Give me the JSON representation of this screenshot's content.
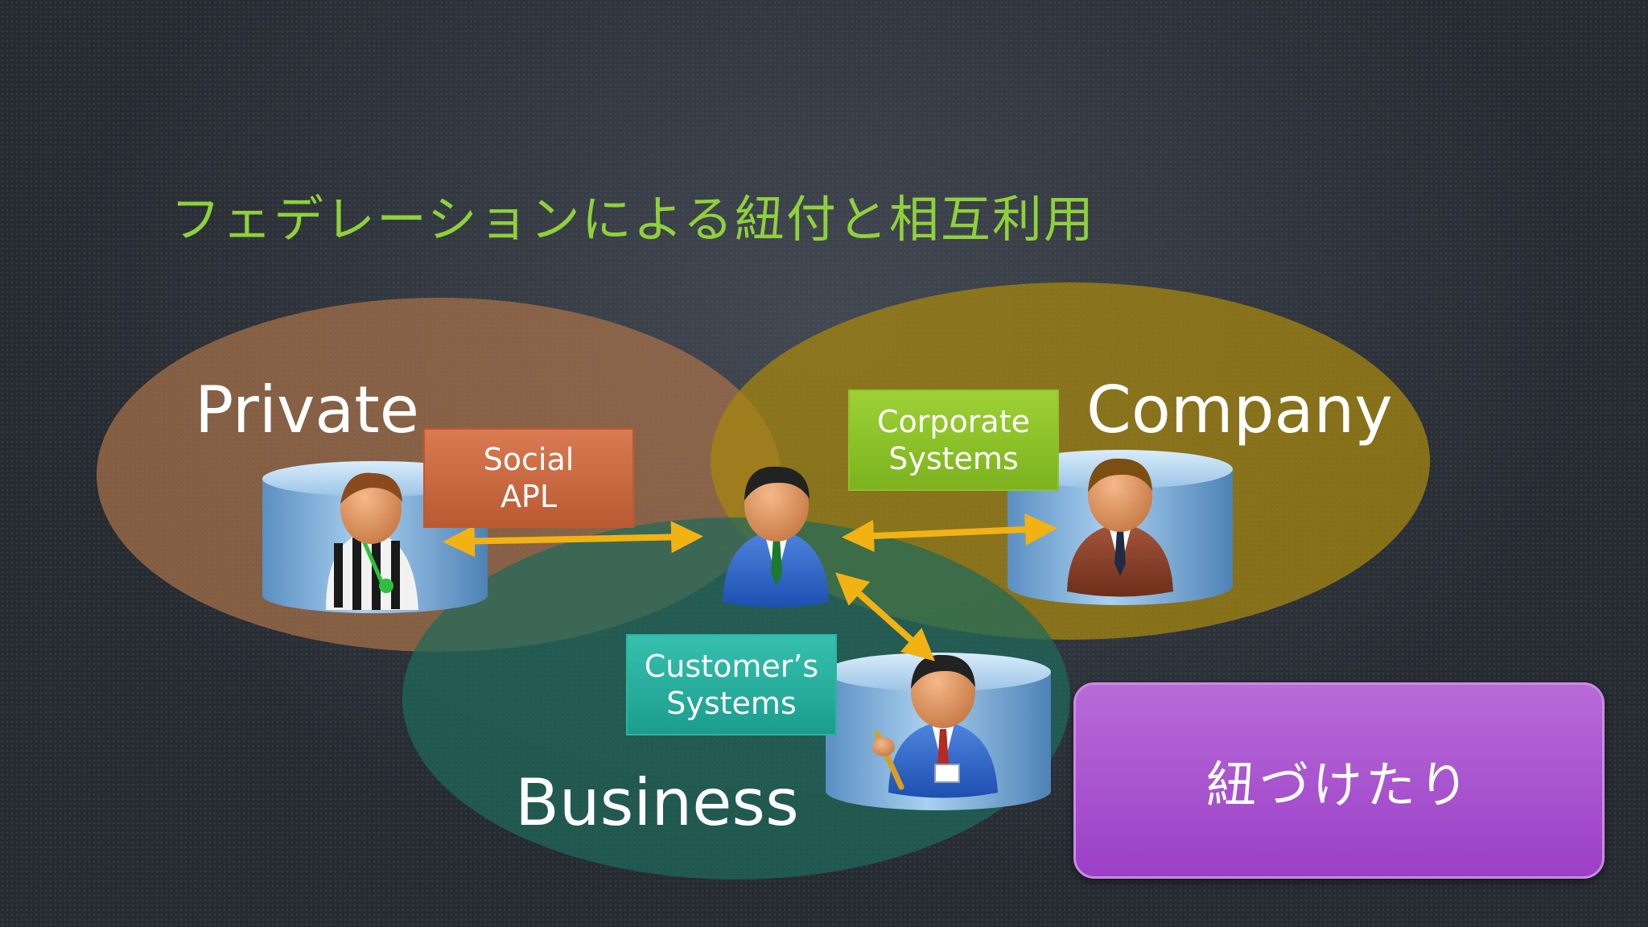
{
  "title": "フェデレーションによる紐付と相互利用",
  "circles": {
    "private": "Private",
    "company": "Company",
    "business": "Business"
  },
  "systems": {
    "social": [
      "Social",
      "APL"
    ],
    "corporate": [
      "Corporate",
      "Systems"
    ],
    "customer": [
      "Customer’s",
      "Systems"
    ]
  },
  "icons": [
    "referee-person-icon",
    "businessman-center-icon",
    "manager-person-icon",
    "staff-with-badge-icon",
    "database-cylinder-icon",
    "double-arrow-icon"
  ],
  "link_button": "紐づけたり",
  "colors": {
    "title": "#8fd13a",
    "private_circle": "#8a6446",
    "company_circle": "#8c7418",
    "business_circle": "#1f5e52",
    "social_box": "#c9693f",
    "corporate_box": "#8cc42b",
    "customer_box": "#25ad9c",
    "arrow": "#f2b214",
    "link_button": "#a94fd0"
  }
}
